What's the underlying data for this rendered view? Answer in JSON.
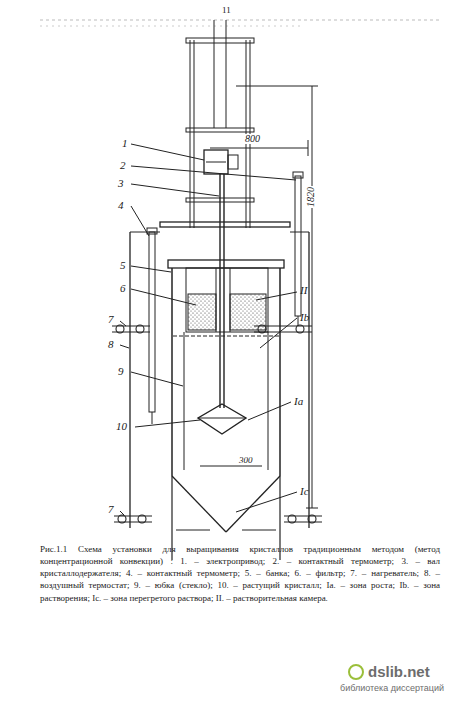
{
  "diagram": {
    "caption": "Рис.1.1 Схема установки для выращивания кристаллов традиционным методом (метод концентрационной конвекции) : 1. – электропривод; 2. – контактный термометр; 3. – вал кристаллодержателя; 4. – контактный термометр; 5. – банка; 6. – фильтр; 7. – нагреватель; 8. – воздушный термостат; 9. – юбка (стекло); 10. – растущий кристалл; Ia. – зона роста; Ib. – зона растворения; Ic. – зона перегретого раствора; II. – растворительная камера.",
    "labels": [
      "11",
      "1",
      "2",
      "3",
      "4",
      "5",
      "6",
      "7",
      "8",
      "9",
      "10",
      "7",
      "II",
      "Ib",
      "Ia",
      "Ic",
      "800",
      "1820",
      "300",
      "dslib.net",
      "библиотека диссертаций"
    ]
  }
}
